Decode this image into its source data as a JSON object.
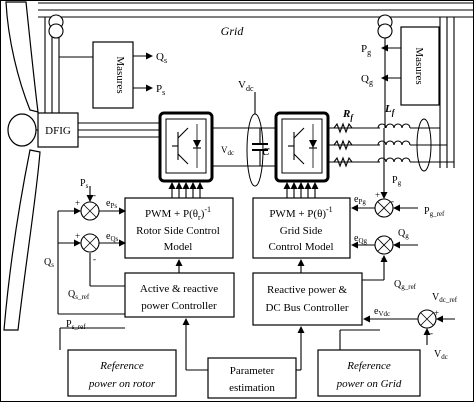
{
  "grid_label": "Grid",
  "dfig_label": "DFIG",
  "masures_left": "Masures",
  "masures_right": "Masures",
  "q_s": {
    "main": "Q",
    "sub": "s"
  },
  "p_s_out": {
    "main": "P",
    "sub": "s"
  },
  "p_g_out": {
    "main": "P",
    "sub": "g"
  },
  "q_g_out": {
    "main": "Q",
    "sub": "g"
  },
  "vdc_top": {
    "main": "V",
    "sub": "dc"
  },
  "vdc_mid": {
    "main": "V",
    "sub": "dc"
  },
  "cap_label": "C",
  "rf_label": {
    "main": "R",
    "sub": "f"
  },
  "lf_label": {
    "main": "L",
    "sub": "f"
  },
  "rotor_ctrl": {
    "line1": "PWM + P(θ",
    "line1_sub": "r",
    "line1_end": ")",
    "line1_sup": "-1",
    "line2": "Rotor Side Control",
    "line3": "Model"
  },
  "grid_ctrl": {
    "line1": "PWM + P(θ)",
    "line1_sup": "-1",
    "line2": "Grid Side",
    "line3": "Control Model"
  },
  "active_ctrl": {
    "line1": "Active & reactive",
    "line2": "power Controller"
  },
  "reactive_ctrl": {
    "line1": "Reactive power &",
    "line2": "DC Bus Controller"
  },
  "ref_rotor": {
    "line1": "Reference",
    "line2": "power on rotor"
  },
  "param_est": {
    "line1": "Parameter",
    "line2": "estimation"
  },
  "ref_grid": {
    "line1": "Reference",
    "line2": "power on Grid"
  },
  "left_signals": {
    "ps": {
      "main": "P",
      "sub": "s"
    },
    "eps": {
      "main": "e",
      "sub": "Ps"
    },
    "eqs": {
      "main": "e",
      "sub": "Qs"
    },
    "qs": {
      "main": "Q",
      "sub": "s"
    },
    "qs_ref": {
      "main": "Q",
      "sub": "s_ref"
    },
    "ps_ref": {
      "main": "P",
      "sub": "s_ref"
    }
  },
  "right_signals": {
    "pg": {
      "main": "P",
      "sub": "g"
    },
    "epg": {
      "main": "e",
      "sub": "Pg"
    },
    "pg_ref": {
      "main": "P",
      "sub": "g_ref"
    },
    "eqg": {
      "main": "e",
      "sub": "Qg"
    },
    "qg": {
      "main": "Q",
      "sub": "g"
    },
    "qg_ref": {
      "main": "Q",
      "sub": "g_ref"
    },
    "evdc": {
      "main": "e",
      "sub": "Vdc"
    },
    "vdc_ref": {
      "main": "V",
      "sub": "dc_ref"
    },
    "vdc": {
      "main": "V",
      "sub": "dc"
    }
  },
  "signs": {
    "plus": "+",
    "minus": "-"
  }
}
